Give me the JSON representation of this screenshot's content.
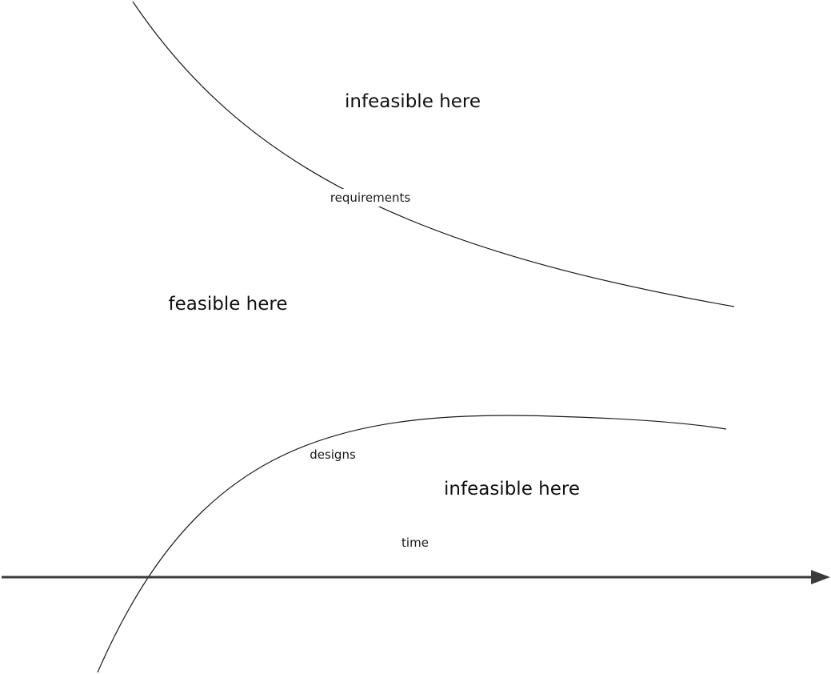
{
  "diagram": {
    "regions": {
      "upper_infeasible": "infeasible here",
      "feasible": "feasible here",
      "lower_infeasible": "infeasible here"
    },
    "curves": {
      "requirements": "requirements",
      "designs": "designs"
    },
    "axis": {
      "label": "time"
    }
  }
}
